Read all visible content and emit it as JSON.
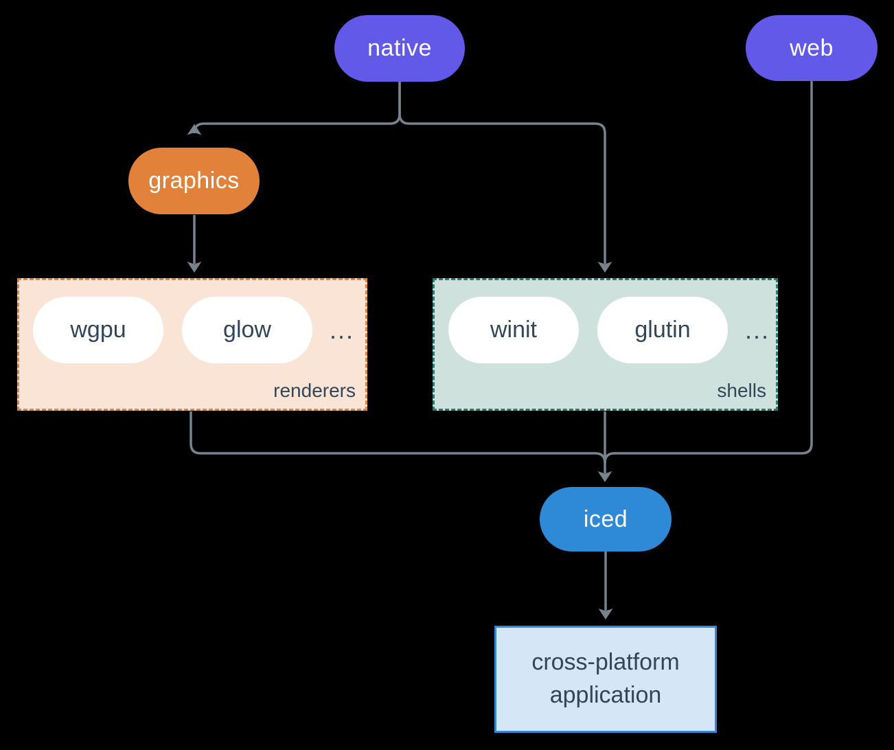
{
  "diagram": {
    "nodes": {
      "native": {
        "label": "native"
      },
      "web": {
        "label": "web"
      },
      "graphics": {
        "label": "graphics"
      },
      "wgpu": {
        "label": "wgpu"
      },
      "glow": {
        "label": "glow"
      },
      "winit": {
        "label": "winit"
      },
      "glutin": {
        "label": "glutin"
      },
      "iced": {
        "label": "iced"
      },
      "application": {
        "line1": "cross-platform",
        "line2": "application"
      }
    },
    "groups": {
      "renderers": {
        "label": "renderers",
        "ellipsis": "..."
      },
      "shells": {
        "label": "shells",
        "ellipsis": "..."
      }
    },
    "colors": {
      "background": "#000000",
      "platform_pill": "#6259E8",
      "graphics_pill": "#E2823A",
      "iced_pill": "#2E89D6",
      "renderers_bg": "#FAE4D6",
      "renderers_border": "#E0863F",
      "shells_bg": "#CFE1DC",
      "shells_border": "#2C7A6B",
      "application_bg": "#D5E6F7",
      "application_border": "#3388D8",
      "dark_text": "#32465A",
      "connector": "#77838F"
    }
  }
}
